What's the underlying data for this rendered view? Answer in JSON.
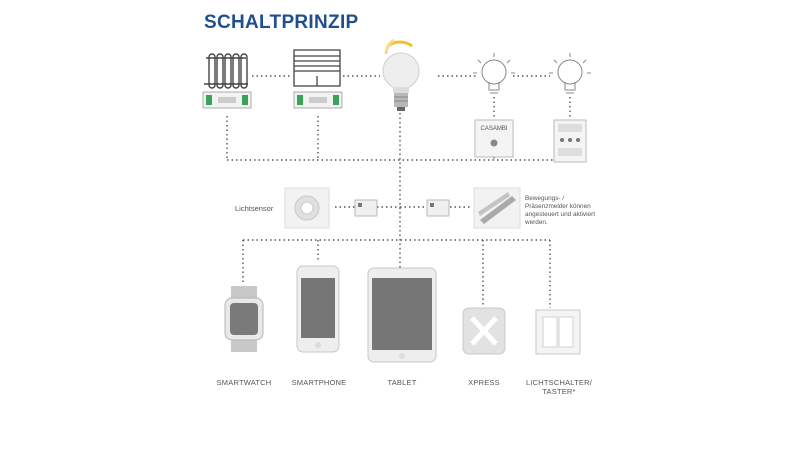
{
  "title": "SCHALTPRINZIP",
  "sensor": {
    "label": "Lichtsensor"
  },
  "motion": {
    "note": "Bewegungs- / Präsenzmelder können angesteuert und aktiviert werden."
  },
  "devices": [
    {
      "label": "SMARTWATCH"
    },
    {
      "label": "SMARTPHONE"
    },
    {
      "label": "TABLET"
    },
    {
      "label": "XPRESS"
    },
    {
      "label": "LICHTSCHALTER/ TASTER*"
    }
  ],
  "modules": {
    "brand": "CASAMBI"
  },
  "icons": [
    "radiator-icon",
    "shutter-icon",
    "bulb-icon",
    "lamp-icon",
    "lamp-icon",
    "sensor-icon",
    "motion-icon",
    "smartwatch-icon",
    "smartphone-icon",
    "tablet-icon",
    "xpress-icon",
    "switch-icon"
  ]
}
